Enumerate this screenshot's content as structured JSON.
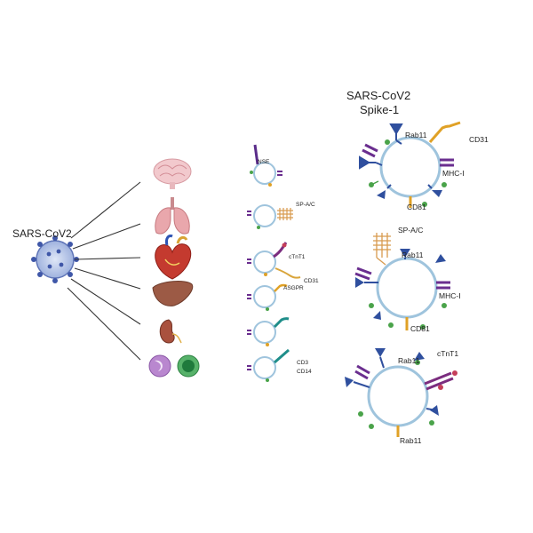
{
  "virus": {
    "label": "SARS-CoV2"
  },
  "spike_title": {
    "line1": "SARS-CoV2",
    "line2": "Spike-1"
  },
  "organs": [
    "brain",
    "lungs",
    "heart",
    "liver",
    "kidney",
    "immune-cells"
  ],
  "small_exosomes": [
    {
      "marker": "NSE"
    },
    {
      "marker": "SP-A/C"
    },
    {
      "marker": "cTnT1"
    },
    {
      "marker": "CD31"
    },
    {
      "marker": "ASGPR"
    },
    {
      "marker": "CD3"
    },
    {
      "marker": "CD14"
    }
  ],
  "big_exosomes": {
    "top": {
      "rab": "Rab11",
      "cd31": "CD31",
      "mhc": "MHC-I",
      "cd81": "CD81"
    },
    "middle": {
      "spac": "SP-A/C",
      "rab": "Rab11",
      "mhc": "MHC-I",
      "cd81": "CD81"
    },
    "bottom": {
      "rab_top": "Rab11",
      "ctnt": "cTnT1",
      "rab_bottom": "Rab11"
    }
  },
  "colors": {
    "membrane": "#9fc4dd",
    "spike_blue": "#2f4f9e",
    "mhc_purple": "#6a2e8f",
    "cd81_gold": "#e0a126",
    "green_marker": "#4aa34a",
    "line": "#333333"
  }
}
